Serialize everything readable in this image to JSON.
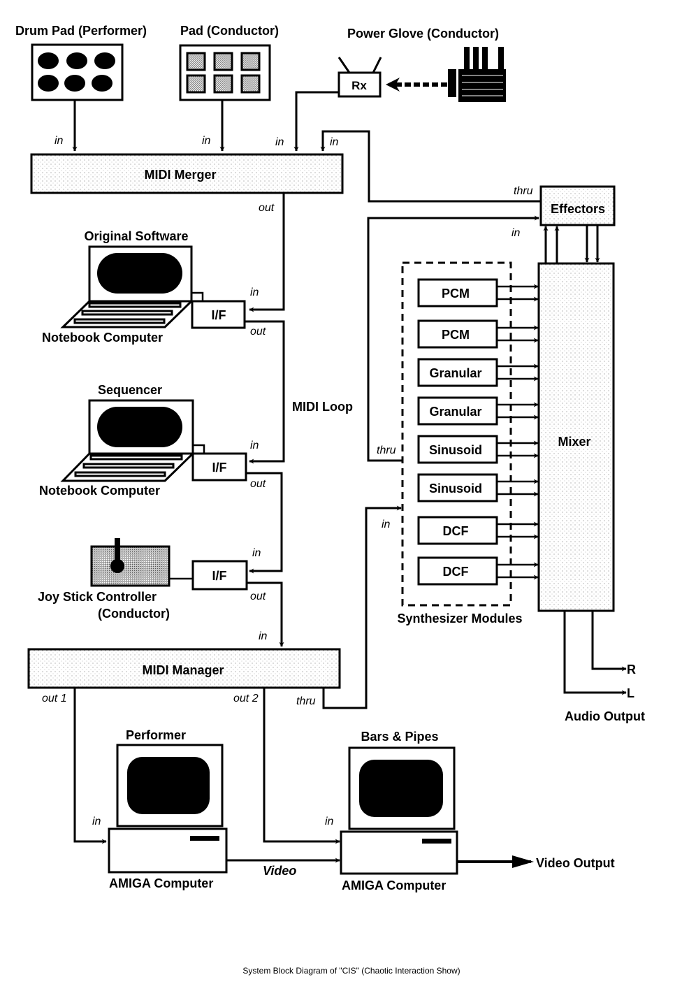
{
  "title": "System Block Diagram of \"CIS\" (Chaotic Interaction Show)",
  "inputs": {
    "drum_pad": "Drum Pad (Performer)",
    "pad_conductor": "Pad (Conductor)",
    "power_glove": "Power Glove (Conductor)",
    "rx": "Rx"
  },
  "blocks": {
    "midi_merger": "MIDI Merger",
    "midi_manager": "MIDI Manager",
    "effectors": "Effectors",
    "mixer": "Mixer",
    "interface": "I/F"
  },
  "computers": {
    "notebook1_title": "Original Software",
    "notebook1_label": "Notebook Computer",
    "notebook2_title": "Sequencer",
    "notebook2_label": "Notebook Computer",
    "joystick_label_1": "Joy Stick Controller",
    "joystick_label_2": "(Conductor)",
    "amiga1_title": "Performer",
    "amiga1_label": "AMIGA Computer",
    "amiga2_title": "Bars & Pipes",
    "amiga2_label": "AMIGA Computer"
  },
  "synth": {
    "group_label": "Synthesizer Modules",
    "modules": [
      "PCM",
      "PCM",
      "Granular",
      "Granular",
      "Sinusoid",
      "Sinusoid",
      "DCF",
      "DCF"
    ]
  },
  "ports": {
    "in": "in",
    "out": "out",
    "thru": "thru",
    "out1": "out 1",
    "out2": "out 2"
  },
  "labels": {
    "midi_loop": "MIDI Loop",
    "video": "Video",
    "video_output": "Video Output",
    "audio_output": "Audio Output",
    "right": "R",
    "left": "L"
  }
}
